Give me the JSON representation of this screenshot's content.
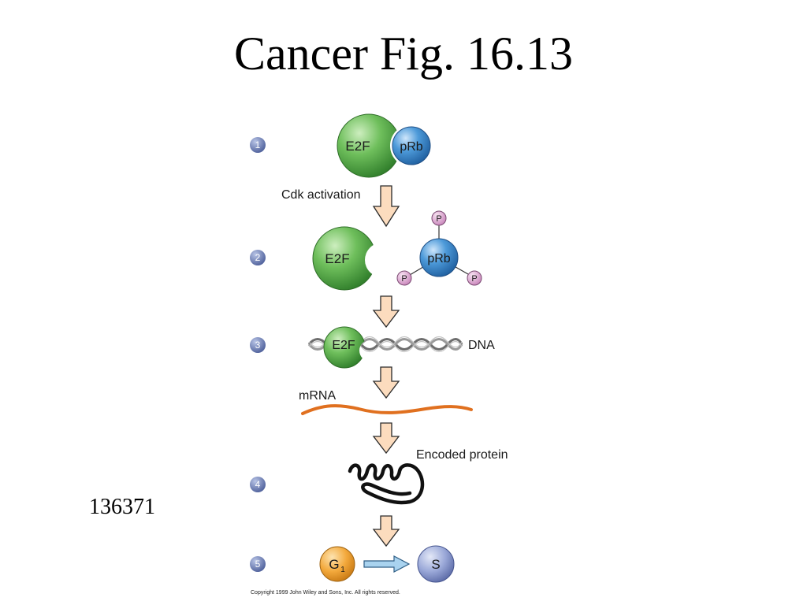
{
  "slide": {
    "title": "Cancer  Fig. 16.13",
    "slide_number": "136371"
  },
  "diagram": {
    "steps": [
      "1",
      "2",
      "3",
      "4",
      "5"
    ],
    "labels": {
      "e2f": "E2F",
      "prb": "pRb",
      "phosphate": "P",
      "cdk_activation": "Cdk activation",
      "dna": "DNA",
      "mrna": "mRNA",
      "encoded_protein": "Encoded protein",
      "g1_main": "G",
      "g1_sub": "1",
      "s_phase": "S"
    },
    "copyright": "Copyright 1999 John Wiley and Sons, Inc. All rights reserved."
  },
  "colors": {
    "e2f": "#5aae4a",
    "prb": "#3f8fd0",
    "phosphate": "#d79acb",
    "arrow_fill": "#fcdcbe",
    "mrna": "#e0701f",
    "g1": "#f3a93c",
    "s": "#8a9bd2",
    "step_badge": "#6c7fb7"
  }
}
